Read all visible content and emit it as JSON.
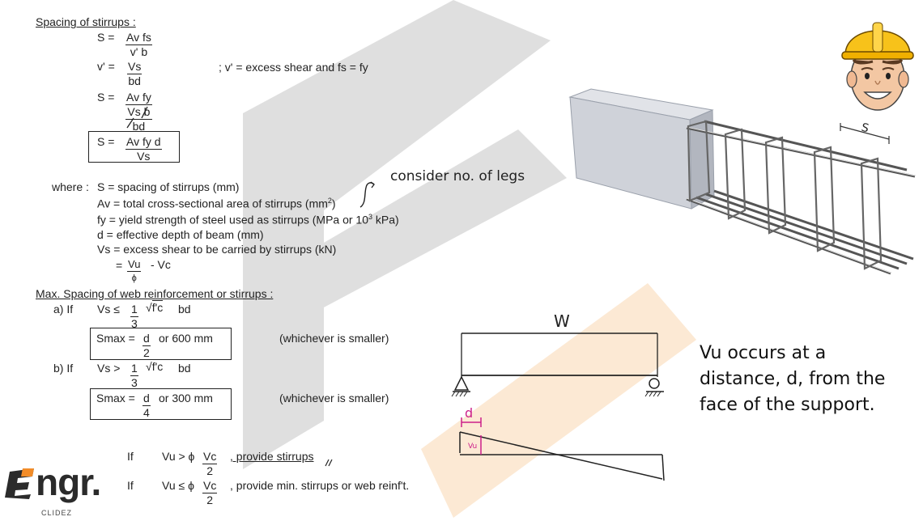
{
  "spacing": {
    "heading": "Spacing of stirrups :",
    "eq1_lhs": "S  =",
    "eq1_num": "Av fs",
    "eq1_den": "v' b",
    "eq2_lhs": "v'   =",
    "eq2_num": "Vs",
    "eq2_den": "bd",
    "eq2_note": "; v' = excess shear and fs = fy",
    "eq3_lhs": "S  =",
    "eq3_num": "Av fy",
    "eq3_mid": "Vs b",
    "eq3_den": "bd",
    "eq4_lhs": "S  =",
    "eq4_num": "Av fy d",
    "eq4_den": "Vs"
  },
  "where": {
    "label": "where :",
    "l1": "S = spacing of stirrups (mm)",
    "l2_a": "Av = total cross-sectional area of stirrups (mm",
    "l2_sup": "2",
    "l2_b": ")",
    "l3_a": "fy = yield strength of steel used as stirrups (MPa or 10",
    "l3_sup": "3",
    "l3_b": " kPa)",
    "l4": "d = effective depth of beam (mm)",
    "l5": "Vs = excess shear to be carried by stirrups (kN)",
    "l6_eq": "=",
    "l6_num": "Vu",
    "l6_den": "ϕ",
    "l6_rest": "-  Vc",
    "handnote": "consider no. of legs"
  },
  "max": {
    "heading": "Max. Spacing of web reinforcement or stirrups :",
    "a_label": "a) If",
    "a_cond_lhs": "Vs ≤",
    "a_num": "1",
    "a_den": "3",
    "a_root": "f'c",
    "a_bd": "bd",
    "a_smax": "Smax =",
    "a_snum": "d",
    "a_sden": "2",
    "a_or": "or  600 mm",
    "a_note": "(whichever is smaller)",
    "b_label": "b) If",
    "b_cond_lhs": "Vs >",
    "b_num": "1",
    "b_den": "3",
    "b_root": "f'c",
    "b_bd": "bd",
    "b_smax": "Smax =",
    "b_snum": "d",
    "b_sden": "4",
    "b_or": "or  300 mm",
    "b_note": "(whichever is smaller)"
  },
  "conditions": {
    "if1": "If",
    "c1_lhs": "Vu > ϕ",
    "c1_num": "Vc",
    "c1_den": "2",
    "c1_text": ", provide stirrups",
    "if2": "If",
    "c2_lhs": "Vu ≤ ϕ",
    "c2_num": "Vc",
    "c2_den": "2",
    "c2_text": ", provide min. stirrups or web reinf't."
  },
  "diagram": {
    "load_label": "W",
    "d_label": "d",
    "vu_label": "Vu",
    "spacing_label": "S"
  },
  "side_note": {
    "line1": "Vu occurs at a",
    "line2": "distance, d, from the",
    "line3": "face of the support."
  },
  "logo": {
    "brand": "ngr.",
    "sub": "CLIDEZ"
  },
  "colors": {
    "watermark_gray": "#d6d6d6",
    "watermark_orange": "#fbe3cc",
    "annotation_magenta": "#cc1f8a",
    "concrete": "#c8cbd3"
  }
}
